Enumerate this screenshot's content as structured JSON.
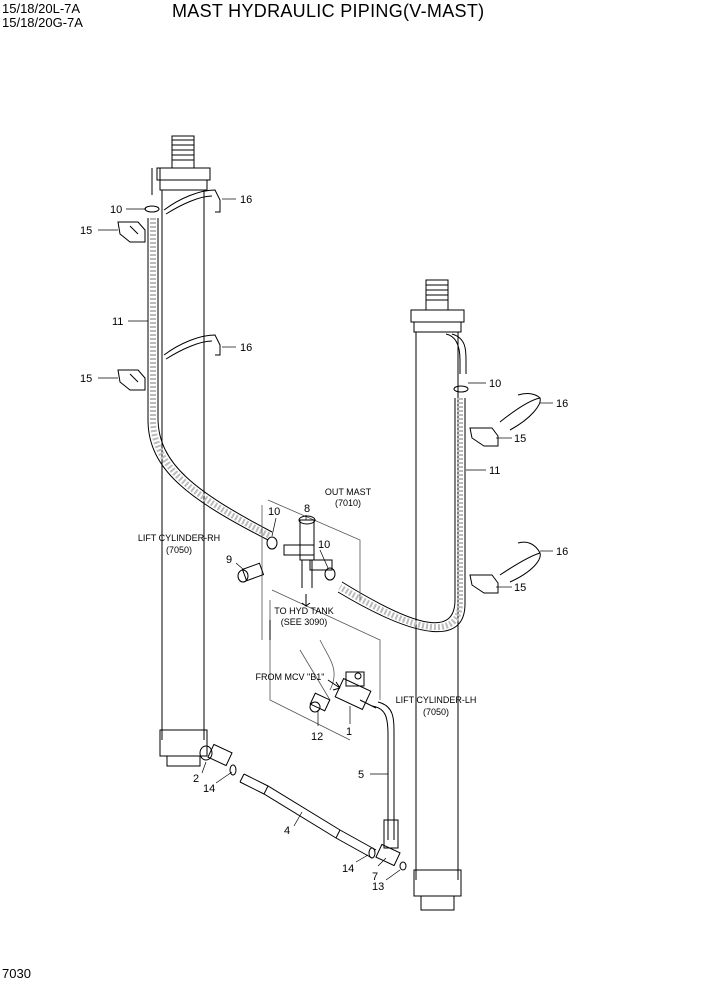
{
  "header": {
    "model_line1": "15/18/20L-7A",
    "model_line2": "15/18/20G-7A",
    "title": "MAST HYDRAULIC PIPING(V-MAST)"
  },
  "footer": {
    "page_number": "7030"
  },
  "callouts": {
    "c10a": "10",
    "c16a": "16",
    "c15a": "15",
    "c11a": "11",
    "c16b": "16",
    "c15b": "15",
    "c10b": "10",
    "c16c": "16",
    "c15c": "15",
    "c11b": "11",
    "c16d": "16",
    "c15d": "15",
    "c8": "8",
    "c10c": "10",
    "c10d": "10",
    "c9": "9",
    "c12": "12",
    "c1": "1",
    "c5": "5",
    "c4": "4",
    "c2": "2",
    "c14a": "14",
    "c14b": "14",
    "c7": "7",
    "c13": "13"
  },
  "notes": {
    "out_mast": "OUT MAST",
    "out_mast_ref": "(7010)",
    "lift_rh": "LIFT CYLINDER-RH",
    "lift_rh_ref": "(7050)",
    "lift_lh": "LIFT CYLINDER-LH",
    "lift_lh_ref": "(7050)",
    "to_tank": "TO HYD TANK",
    "to_tank_ref": "(SEE 3090)",
    "from_mcv": "FROM MCV \"B1\""
  }
}
